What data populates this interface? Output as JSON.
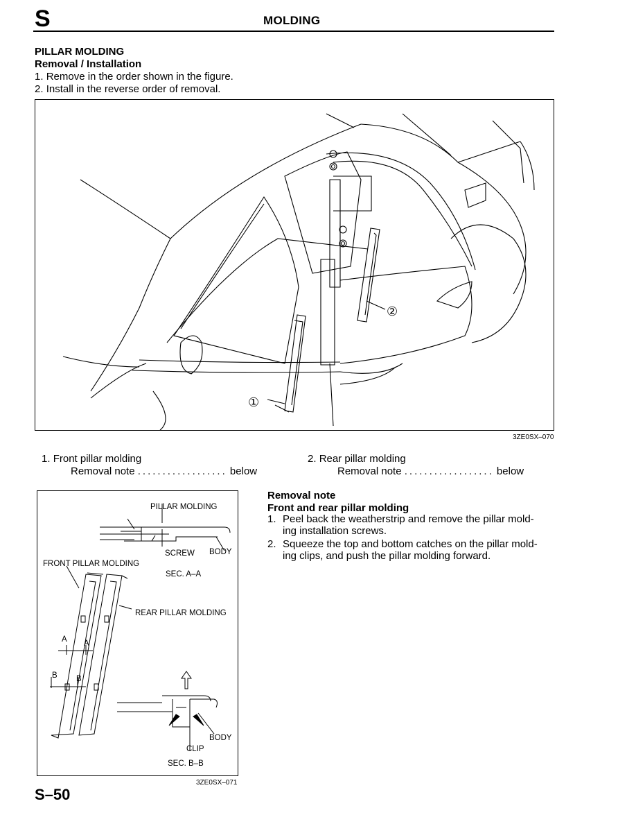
{
  "header": {
    "section_letter": "S",
    "title": "MOLDING"
  },
  "intro": {
    "heading": "PILLAR MOLDING",
    "subheading": "Removal / Installation",
    "steps": [
      {
        "num": "1.",
        "text": "Remove in the order shown in the figure."
      },
      {
        "num": "2.",
        "text": "Install in the reverse order of removal."
      }
    ]
  },
  "figure1": {
    "code": "3ZE0SX–070",
    "callouts": [
      "①",
      "②"
    ]
  },
  "parts": [
    {
      "num": "1.",
      "name": "Front pillar molding",
      "note_label": "Removal note",
      "note_ref": "below"
    },
    {
      "num": "2.",
      "name": "Rear pillar molding",
      "note_label": "Removal note",
      "note_ref": "below"
    }
  ],
  "figure2": {
    "code": "3ZE0SX–071",
    "labels": {
      "pillar_molding": "PILLAR MOLDING",
      "screw": "SCREW",
      "body_top": "BODY",
      "front_pillar_molding": "FRONT PILLAR MOLDING",
      "sec_aa": "SEC. A–A",
      "rear_pillar_molding": "REAR PILLAR MOLDING",
      "body_bottom": "BODY",
      "clip": "CLIP",
      "sec_bb": "SEC. B–B",
      "a": "A",
      "b": "B"
    }
  },
  "removal_note": {
    "heading": "Removal note",
    "subheading": "Front and rear pillar molding",
    "steps": [
      {
        "num": "1.",
        "lines": [
          "Peel back the weatherstrip and remove the pillar mold-",
          "ing installation screws."
        ]
      },
      {
        "num": "2.",
        "lines": [
          "Squeeze the top and bottom catches on the pillar mold-",
          "ing clips, and push the pillar molding forward."
        ]
      }
    ]
  },
  "footer": {
    "page_number": "S–50"
  }
}
